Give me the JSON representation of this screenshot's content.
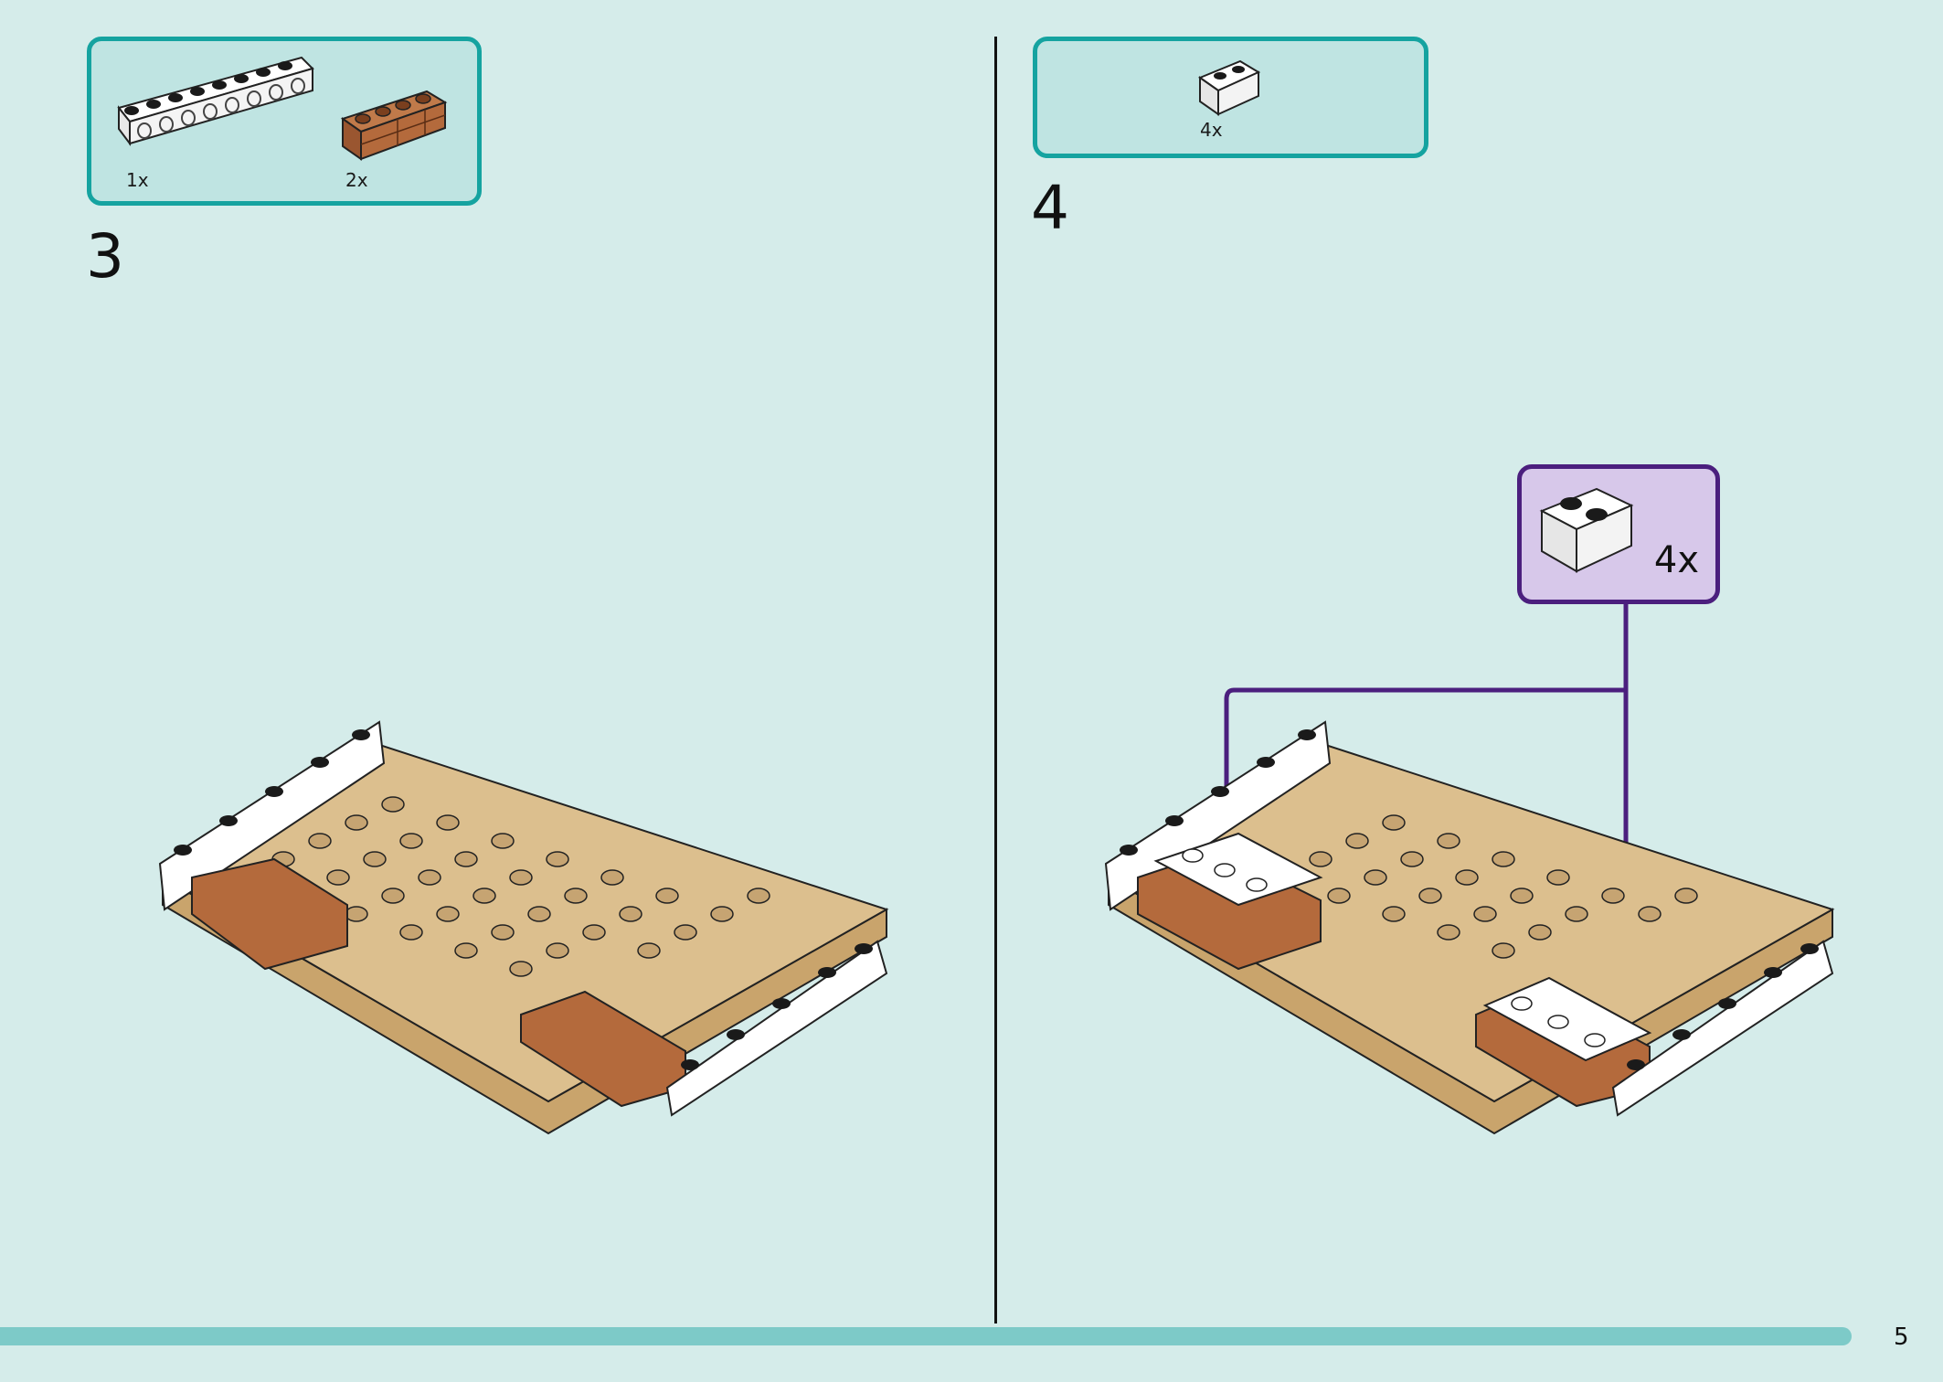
{
  "step3": {
    "number": "3",
    "parts": [
      {
        "qty": "1x",
        "icon": "white-technic-beam-1x8-icon"
      },
      {
        "qty": "2x",
        "icon": "brown-brick-1x4-icon"
      }
    ]
  },
  "step4": {
    "number": "4",
    "parts": [
      {
        "qty": "4x",
        "icon": "white-brick-1x2-icon"
      }
    ],
    "callout": {
      "qty": "4x",
      "icon": "white-brick-1x2-icon"
    }
  },
  "page_number": "5",
  "colors": {
    "background": "#d5ecea",
    "parts_box_border": "#15a3a0",
    "callout_border": "#4b1f7e",
    "callout_fill": "#d7c8ea",
    "baseplate_tan": "#d9b98a",
    "brick_brown": "#b46a3c"
  }
}
